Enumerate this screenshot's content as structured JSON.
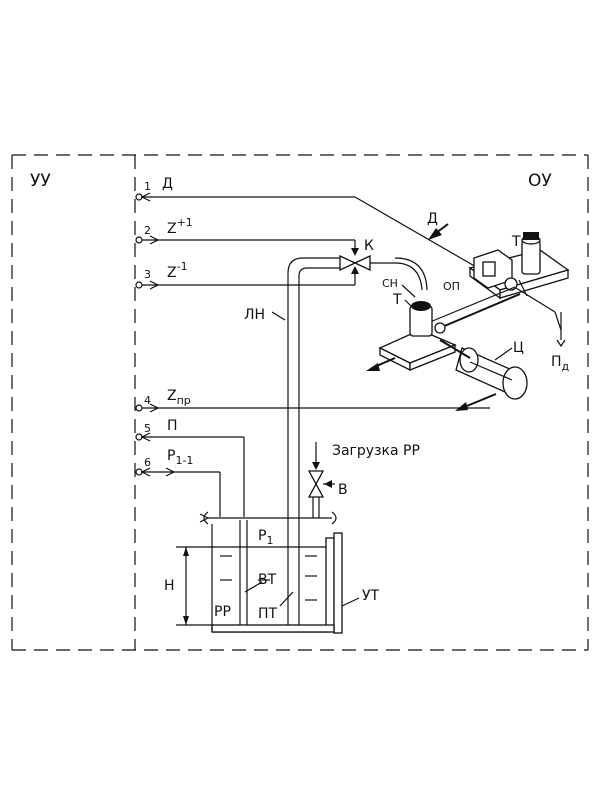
{
  "regions": {
    "control": "УУ",
    "object": "ОУ"
  },
  "terminals": [
    {
      "num": "1",
      "sig": "Д"
    },
    {
      "num": "2",
      "sig": "Z",
      "sup": "+1"
    },
    {
      "num": "3",
      "sig": "Z",
      "sup": "-1"
    },
    {
      "num": "4",
      "sig": "Z",
      "sub": "пр"
    },
    {
      "num": "5",
      "sig": "П"
    },
    {
      "num": "6",
      "sig": "P",
      "sub": "1-1"
    }
  ],
  "labels": {
    "K": "К",
    "SN": "СН",
    "LN": "ЛН",
    "OP": "ОП",
    "T1": "Т",
    "T2": "Т",
    "D_arrow": "Д",
    "C": "Ц",
    "Pd": "П",
    "Pd_sub": "д",
    "load": "Загрузка РР",
    "B": "В",
    "P1": "Р",
    "P1_sub": "1",
    "H": "Н",
    "VT": "ВТ",
    "RR": "РР",
    "PT": "ПТ",
    "UT": "УТ"
  }
}
